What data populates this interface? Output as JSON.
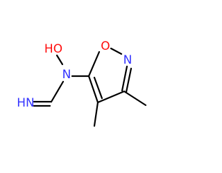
{
  "colors": {
    "bond": "#000000",
    "carbon": "#000000",
    "nitrogen": "#3333ff",
    "oxygen": "#ff0d0d"
  },
  "atoms": {
    "hydroxyl": "HO",
    "amine_nitrogen": "N",
    "imine": "HN",
    "ring_oxygen": "O",
    "ring_nitrogen": "N"
  }
}
